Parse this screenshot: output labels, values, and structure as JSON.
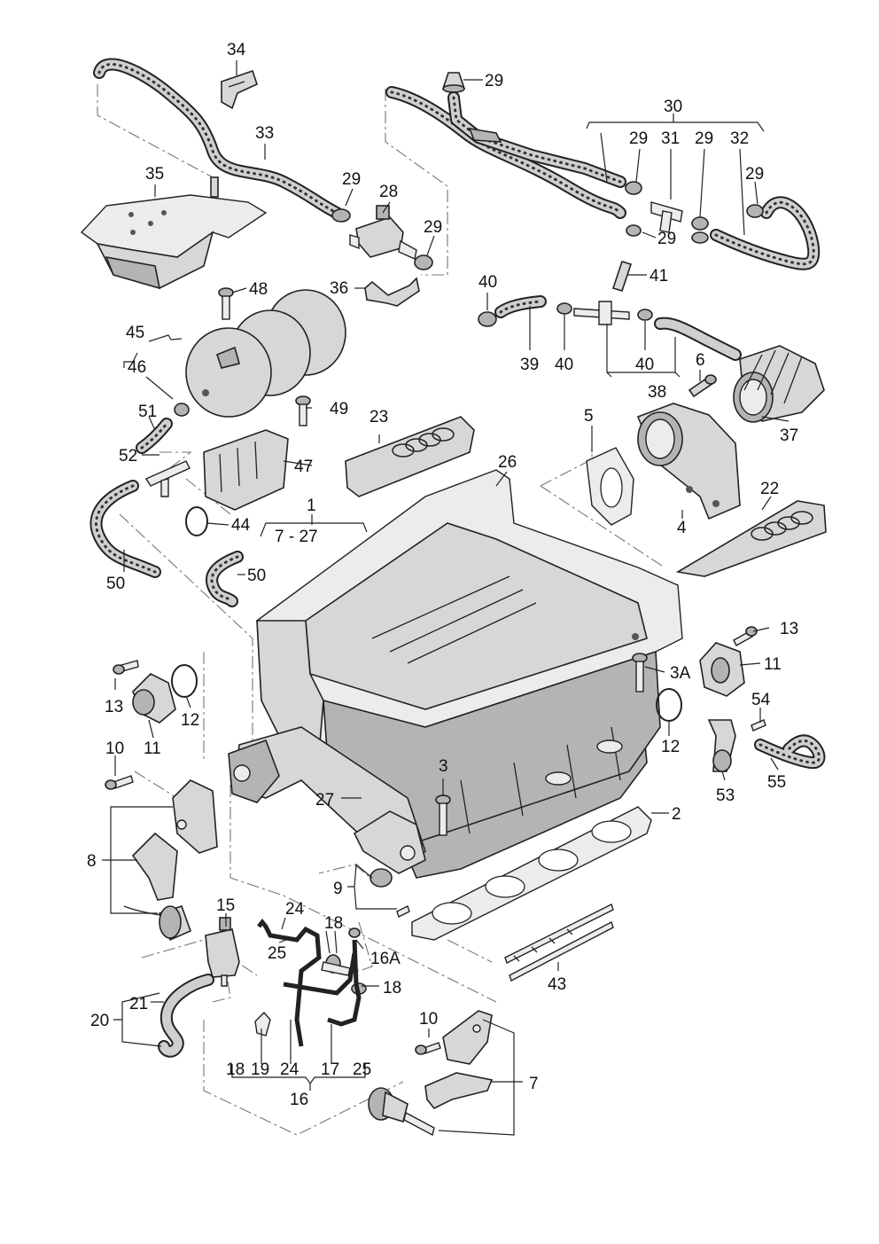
{
  "labels": {
    "l1": "1",
    "l2": "2",
    "l3": "3",
    "l3a": "3A",
    "l4": "4",
    "l5": "5",
    "l6": "6",
    "l7": "7",
    "l7_27": "7 - 27",
    "l8": "8",
    "l9": "9",
    "l10a": "10",
    "l10b": "10",
    "l11a": "11",
    "l11b": "11",
    "l12a": "12",
    "l12b": "12",
    "l13a": "13",
    "l13b": "13",
    "l15": "15",
    "l16": "16",
    "l16a": "16A",
    "l17": "17",
    "l18a": "18",
    "l18b": "18",
    "l18c": "18",
    "l19": "19",
    "l20": "20",
    "l21": "21",
    "l22": "22",
    "l23": "23",
    "l24a": "24",
    "l24b": "24",
    "l25a": "25",
    "l25b": "25",
    "l26": "26",
    "l27": "27",
    "l28": "28",
    "l29a": "29",
    "l29b": "29",
    "l29c": "29",
    "l29d": "29",
    "l29e": "29",
    "l29f": "29",
    "l29g": "29",
    "l30": "30",
    "l31": "31",
    "l32": "32",
    "l33": "33",
    "l34": "34",
    "l35": "35",
    "l36": "36",
    "l37": "37",
    "l38": "38",
    "l39": "39",
    "l40a": "40",
    "l40b": "40",
    "l40c": "40",
    "l41": "41",
    "l43": "43",
    "l44": "44",
    "l45": "45",
    "l46": "46",
    "l47": "47",
    "l48": "48",
    "l49": "49",
    "l50a": "50",
    "l50b": "50",
    "l51": "51",
    "l52": "52",
    "l53": "53",
    "l54": "54",
    "l55": "55"
  }
}
